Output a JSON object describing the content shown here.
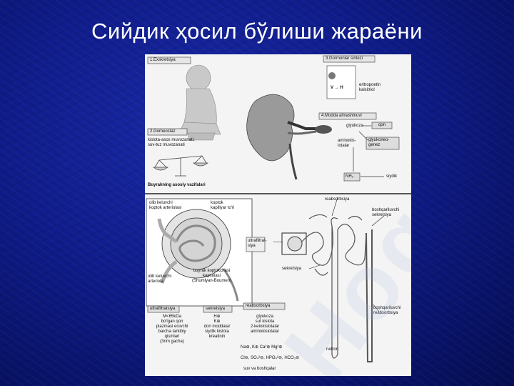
{
  "slide": {
    "title": "Сийдик ҳосил бўлиши жараёни",
    "watermark": "HogarT"
  },
  "figure": {
    "top": {
      "box1": "1.Exskretsiya",
      "box2": "2.Gomeostaz",
      "box2_text": "kislota-asos muvozanati,\nsuv-tuz muvozanati",
      "box3": "3.Gormonlar sintezi",
      "v_h": "V → H",
      "eritropoetin": "eritropoetin\nkalsitriol",
      "box4": "4.Modda almashinuvi",
      "glyukoza": "glyukoza",
      "qon": "qon",
      "aminokislotalar": "aminokis-\nlotalar",
      "glyukoneogenez": "glyukoneo-\ngenez",
      "nh3": "NH₃",
      "siydik": "siydik",
      "caption": "Buyrakning asosiy vazifalari"
    },
    "bottom": {
      "olib_keluvchi": "olib keluvchi\nkoptok arteriolasi",
      "koptok_kapillyar": "koptok\nkapillyar to'ri",
      "olib_ketuvchi": "olib ketuvchi\narteriola",
      "buyrak_koptokchasi": "buyrak koptokchasi\nkapsulasi\n(Shumlyan-Boumen)",
      "reabsorbsiya": "reabsorbsiya",
      "boshqariluvchi_sekretsiya": "boshqariluvchi\nsekretsiya",
      "ultrafiltratsiya": "ultrafiltrat-\nsiya",
      "sekretsiya_label": "sekretsiya",
      "boshqariluvchi_reabsorbsiya": "boshqariluvchi\nreabsorbsiya",
      "nefron": "nefron",
      "col1_head": "ultrafiltratsiya",
      "col1_text": "M<65kDa\nbo'lgan qon\nplazmasi eruvchi\nbarcha tarkibiy\nqismlari\n(3nm gacha)",
      "col2_head": "sekretsiya",
      "col2_text": "H⊕\nK⊕\ndori moddalar\nsiydik kislota\nkreatinin",
      "col3_head": "reabsorbsiya",
      "col3_text": "glyukoza\nsut kislota\n2-ketokislotalar\naminokislotalar",
      "col3_ions1": "Na⊕, K⊕ Ca²⊕ Mg²⊕",
      "col3_ions2": "Cl⊖, SO₄²⊖, HPO₄²⊖, HCO₃⊖",
      "col3_footer": "suv va boshqalar"
    }
  }
}
